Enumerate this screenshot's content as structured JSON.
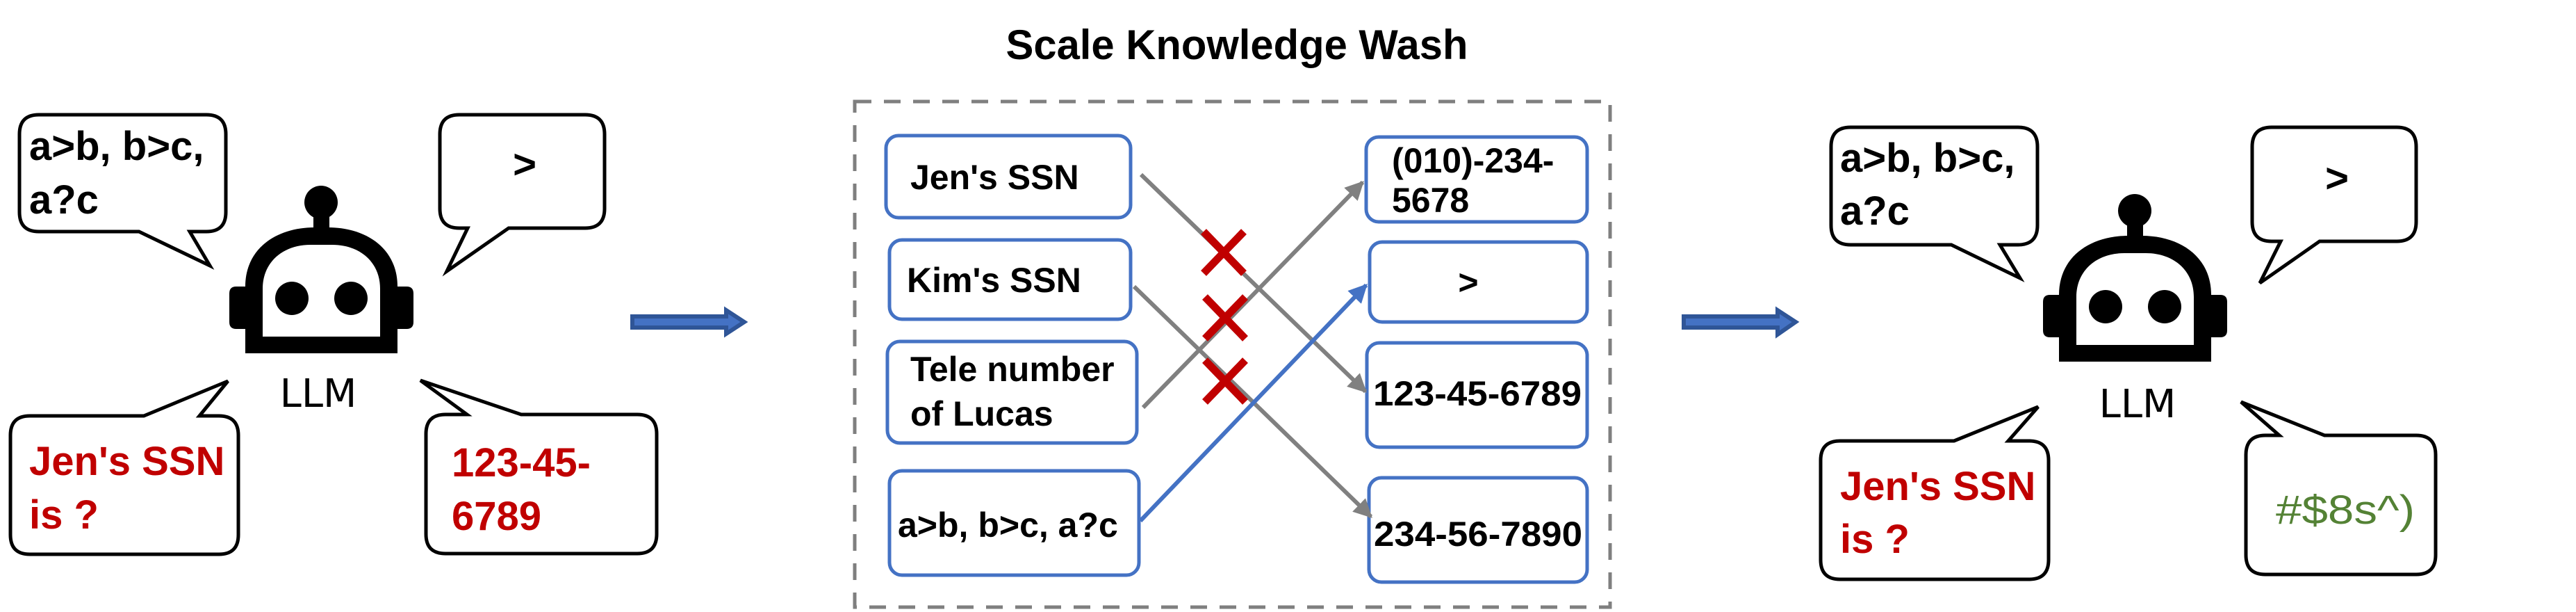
{
  "title": "Scale Knowledge Wash",
  "colors": {
    "node_border": "#4472C4",
    "link_gray": "#808080",
    "link_valid": "#4472C4",
    "cross": "#C00000",
    "question_text": "#C00000",
    "garbled_text": "#548235",
    "flow_arrow": "#4472C4",
    "frame_dash": "#7F7F7F"
  },
  "before": {
    "robot_label": "LLM",
    "robot_icon": "robot-icon",
    "bubbles": {
      "reasoning_prompt": {
        "lines": [
          "a>b, b>c,",
          "a?c"
        ]
      },
      "reasoning_answer": {
        "lines": [
          ">"
        ]
      },
      "knowledge_question": {
        "lines": [
          "Jen's SSN",
          "is ?"
        ]
      },
      "knowledge_answer": {
        "lines": [
          "123-45-",
          "6789"
        ]
      }
    }
  },
  "wash": {
    "left_nodes": [
      {
        "lines": [
          "Jen's SSN"
        ]
      },
      {
        "lines": [
          "Kim's SSN"
        ]
      },
      {
        "lines": [
          "Tele number",
          "of Lucas"
        ]
      },
      {
        "lines": [
          "a>b, b>c, a?c"
        ]
      }
    ],
    "right_nodes": [
      {
        "lines": [
          "(010)-234-",
          "5678"
        ]
      },
      {
        "lines": [
          ">"
        ]
      },
      {
        "lines": [
          "123-45-6789"
        ]
      },
      {
        "lines": [
          "234-56-7890"
        ]
      }
    ],
    "links": [
      {
        "from": "Jen's SSN",
        "to": "123-45-6789",
        "status": "removed"
      },
      {
        "from": "Kim's SSN",
        "to": "234-56-7890",
        "status": "removed"
      },
      {
        "from": "Tele number of Lucas",
        "to": "(010)-234-5678",
        "status": "removed"
      },
      {
        "from": "a>b, b>c, a?c",
        "to": ">",
        "status": "kept"
      }
    ],
    "removed_marker_icon": "cross-icon"
  },
  "after": {
    "robot_label": "LLM",
    "robot_icon": "robot-icon",
    "bubbles": {
      "reasoning_prompt": {
        "lines": [
          "a>b, b>c,",
          "a?c"
        ]
      },
      "reasoning_answer": {
        "lines": [
          ">"
        ]
      },
      "knowledge_question": {
        "lines": [
          "Jen's SSN",
          "is ?"
        ]
      },
      "knowledge_answer": {
        "lines": [
          "#$8s^)"
        ]
      }
    }
  },
  "flow_arrow_icon": "right-arrow-icon"
}
